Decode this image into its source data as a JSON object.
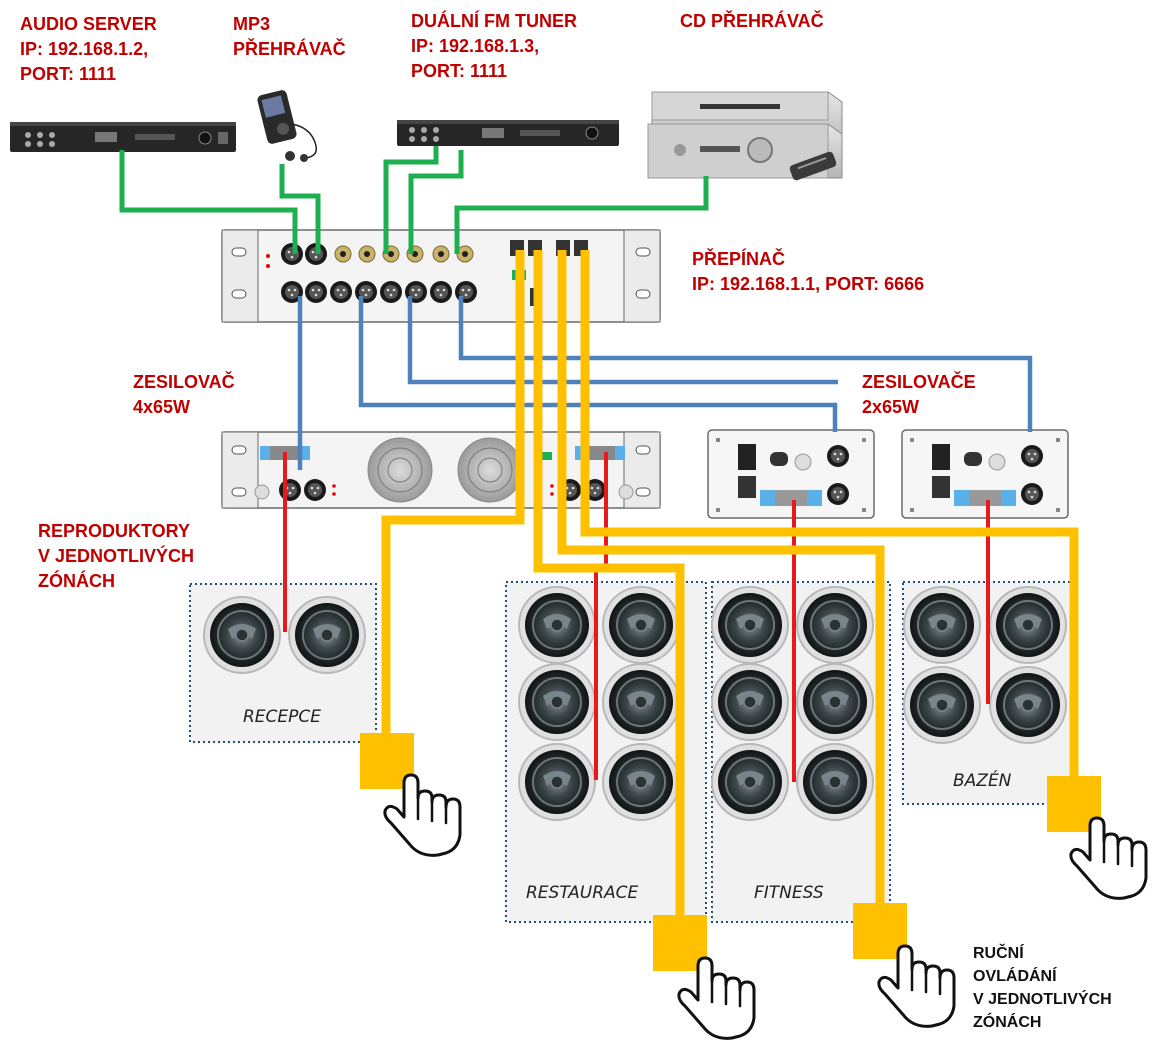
{
  "labels": {
    "audio_server": [
      "AUDIO SERVER",
      "IP: 192.168.1.2,",
      "PORT: 1111"
    ],
    "mp3": [
      "MP3",
      "PŘEHRÁVAČ"
    ],
    "fm_tuner": [
      "DUÁLNÍ FM TUNER",
      "IP: 192.168.1.3,",
      "PORT: 1111"
    ],
    "cd": [
      "CD PŘEHRÁVAČ"
    ],
    "switcher": [
      "PŘEPÍNAČ",
      "IP: 192.168.1.1, PORT: 6666"
    ],
    "amp4": [
      "ZESILOVAČ",
      "4x65W"
    ],
    "amp2": [
      "ZESILOVAČE",
      "2x65W"
    ],
    "speakers": [
      "REPRODUKTORY",
      "V JEDNOTLIVÝCH",
      "ZÓNÁCH"
    ],
    "manual": [
      "RUČNÍ",
      "OVLÁDÁNÍ",
      "V JEDNOTLIVÝCH",
      "ZÓNÁCH"
    ]
  },
  "zones": {
    "recepce": "RECEPCE",
    "restaurace": "RESTAURACE",
    "fitness": "FITNESS",
    "bazen": "BAZÉN"
  },
  "colors": {
    "label_red": "#c00000",
    "audio_cable": "#1eb050",
    "amp_cable": "#4f81bd",
    "speaker_cable": "#e8191c",
    "control_cable": "#ffc000",
    "zone_border": "#1f4e79"
  }
}
